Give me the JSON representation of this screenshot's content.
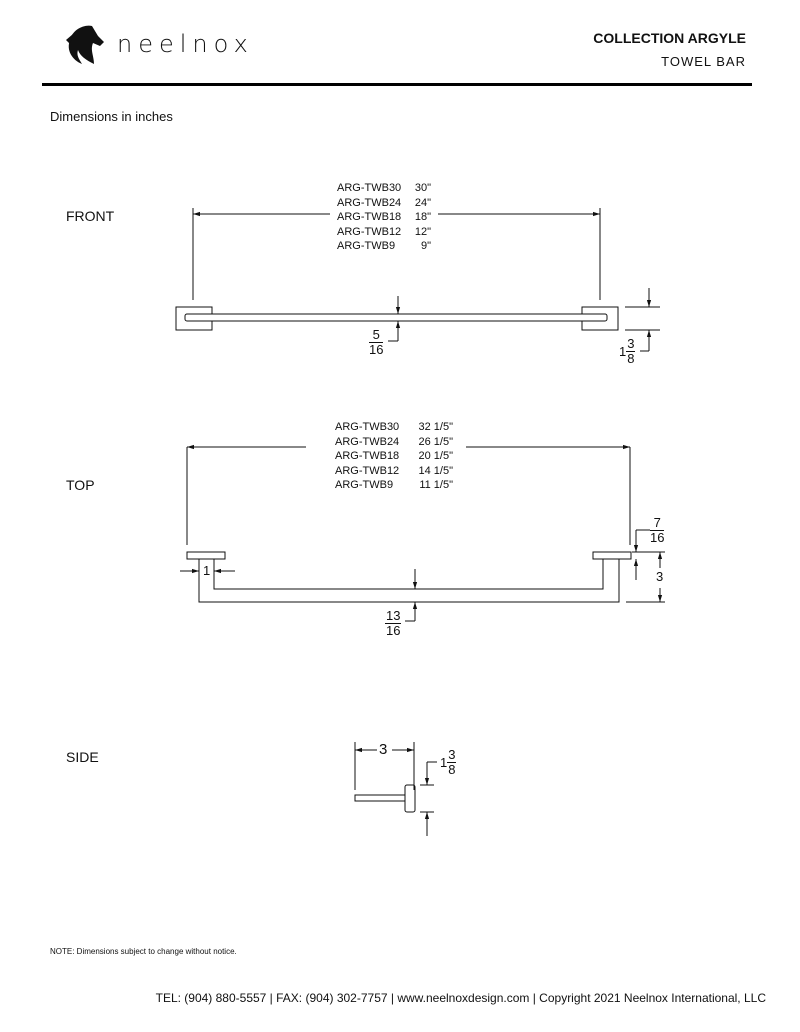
{
  "header": {
    "brand": "neelnox",
    "collection": "COLLECTION ARGYLE",
    "product": "TOWEL BAR"
  },
  "units_note": "Dimensions in inches",
  "views": {
    "front": {
      "label": "FRONT",
      "lengths": [
        {
          "code": "ARG-TWB30",
          "value": "30\""
        },
        {
          "code": "ARG-TWB24",
          "value": "24\""
        },
        {
          "code": "ARG-TWB18",
          "value": "18\""
        },
        {
          "code": "ARG-TWB12",
          "value": "12\""
        },
        {
          "code": "ARG-TWB9",
          "value": "9\""
        }
      ],
      "bar_thickness": {
        "num": "5",
        "den": "16"
      },
      "mount_height": {
        "whole": "1",
        "num": "3",
        "den": "8"
      }
    },
    "top": {
      "label": "TOP",
      "lengths": [
        {
          "code": "ARG-TWB30",
          "value": "32 1/5\""
        },
        {
          "code": "ARG-TWB24",
          "value": "26 1/5\""
        },
        {
          "code": "ARG-TWB18",
          "value": "20 1/5\""
        },
        {
          "code": "ARG-TWB12",
          "value": "14 1/5\""
        },
        {
          "code": "ARG-TWB9",
          "value": "11 1/5\""
        }
      ],
      "post_width": "1",
      "bar_depth": {
        "num": "13",
        "den": "16"
      },
      "flange_thickness": {
        "num": "7",
        "den": "16"
      },
      "projection": "3"
    },
    "side": {
      "label": "SIDE",
      "projection": "3",
      "mount_height": {
        "whole": "1",
        "num": "3",
        "den": "8"
      }
    }
  },
  "note": "NOTE: Dimensions subject to change without notice.",
  "footer": "TEL: (904) 880-5557 | FAX: (904) 302-7757 | www.neelnoxdesign.com | Copyright 2021 Neelnox International, LLC"
}
